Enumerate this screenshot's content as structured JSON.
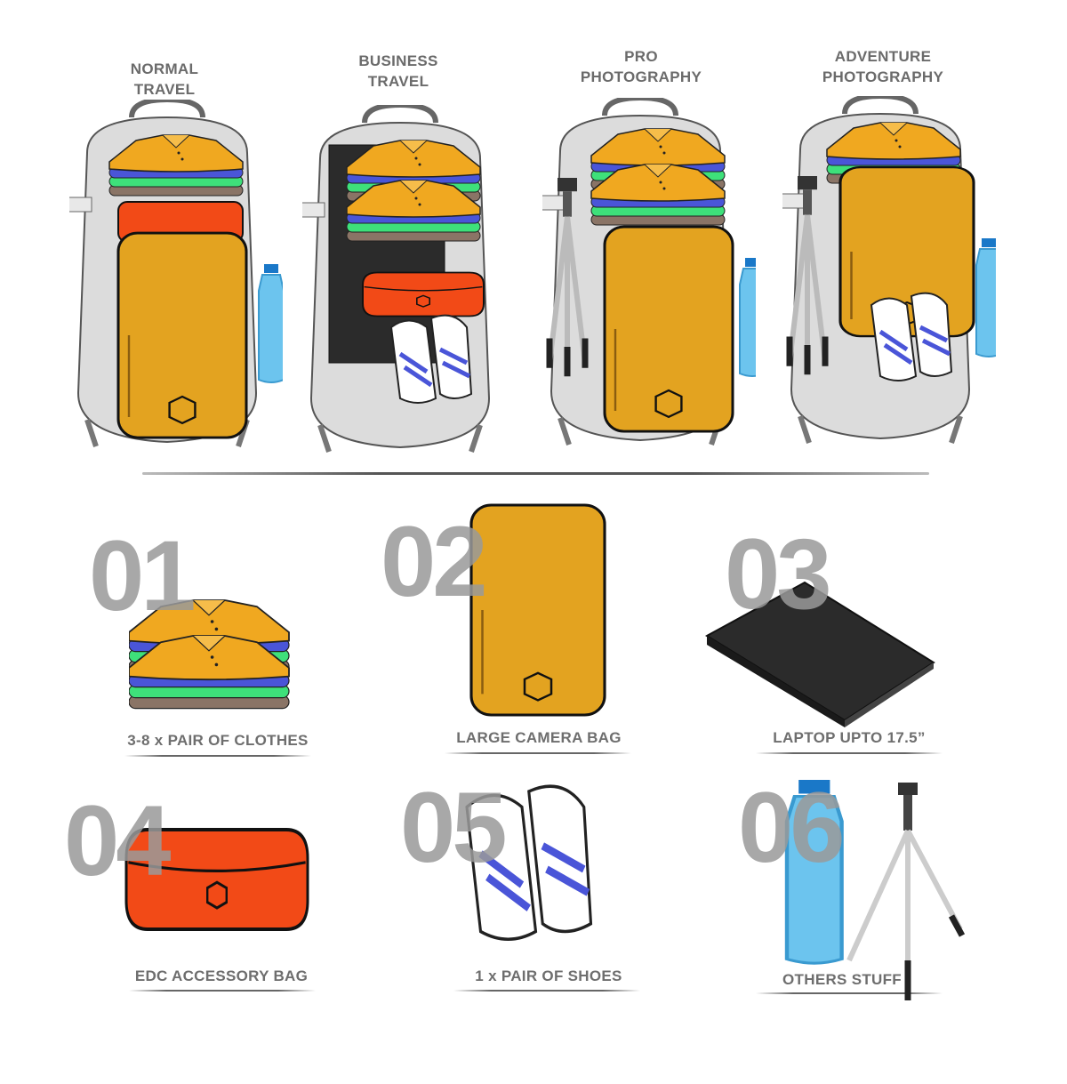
{
  "configurations": [
    {
      "title_line1": "NORMAL",
      "title_line2": "TRAVEL"
    },
    {
      "title_line1": "BUSINESS",
      "title_line2": "TRAVEL"
    },
    {
      "title_line1": "PRO",
      "title_line2": "PHOTOGRAPHY"
    },
    {
      "title_line1": "ADVENTURE",
      "title_line2": "PHOTOGRAPHY"
    }
  ],
  "items": [
    {
      "number": "01",
      "label": "3-8 x PAIR OF CLOTHES"
    },
    {
      "number": "02",
      "label": "LARGE CAMERA BAG"
    },
    {
      "number": "03",
      "label": "LAPTOP UPTO 17.5”"
    },
    {
      "number": "04",
      "label": "EDC ACCESSORY BAG"
    },
    {
      "number": "05",
      "label": "1 x PAIR OF SHOES"
    },
    {
      "number": "06",
      "label": "OTHERS STUFF"
    }
  ],
  "colors": {
    "camera_bag": "#e3a320",
    "accessory_bag": "#f24a17",
    "laptop": "#2b2b2b",
    "shoe_accent": "#4a55d8",
    "bottle": "#6cc4ee"
  }
}
